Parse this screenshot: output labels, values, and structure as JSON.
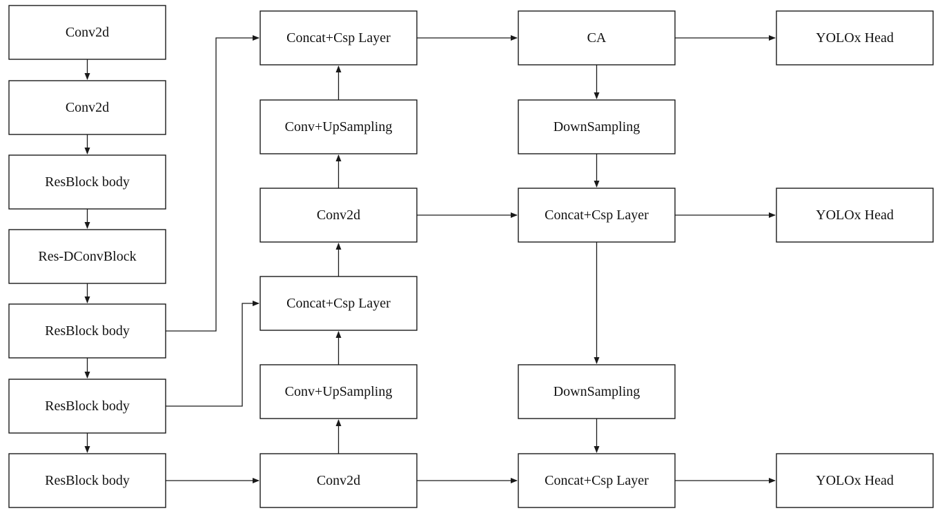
{
  "backbone": {
    "conv2d_1": "Conv2d",
    "conv2d_2": "Conv2d",
    "resblock_1": "ResBlock body",
    "res_dconv": "Res-DConvBlock",
    "resblock_2": "ResBlock body",
    "resblock_3": "ResBlock body",
    "resblock_4": "ResBlock body"
  },
  "neck_up": {
    "concat_csp_top": "Concat+Csp Layer",
    "conv_upsampling_top": "Conv+UpSampling",
    "conv2d_mid": "Conv2d",
    "concat_csp_mid": "Concat+Csp Layer",
    "conv_upsampling_bottom": "Conv+UpSampling",
    "conv2d_bottom": "Conv2d"
  },
  "neck_down": {
    "ca": "CA",
    "downsampling_top": "DownSampling",
    "concat_csp_mid": "Concat+Csp Layer",
    "downsampling_bottom": "DownSampling",
    "concat_csp_bottom": "Concat+Csp Layer"
  },
  "heads": {
    "head_top": "YOLOx Head",
    "head_mid": "YOLOx Head",
    "head_bottom": "YOLOx Head"
  }
}
